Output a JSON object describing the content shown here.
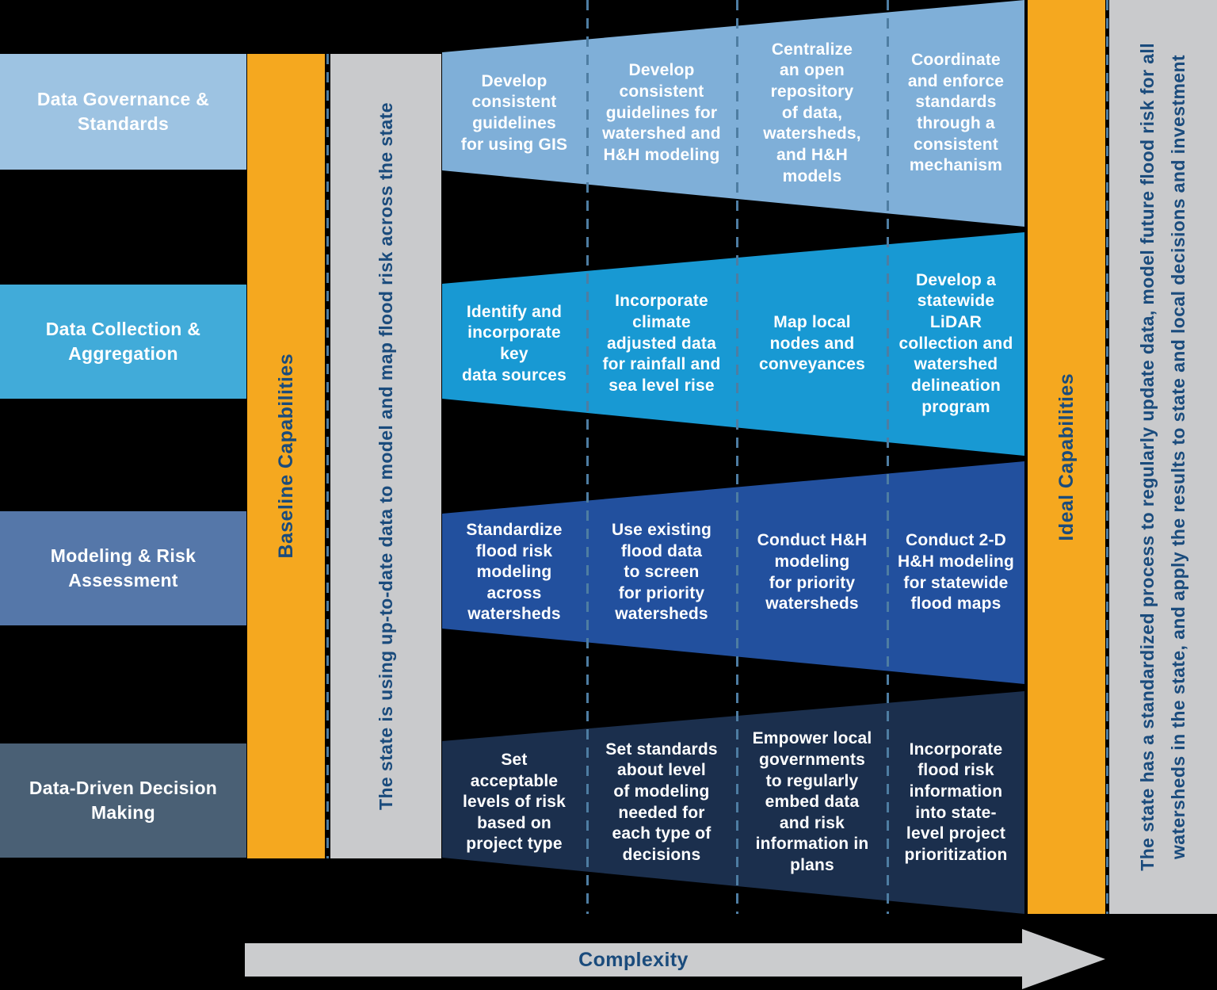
{
  "diagram": {
    "rows": [
      {
        "label": "Data Governance &\nStandards",
        "steps": [
          "Develop\nconsistent\nguidelines\nfor using GIS",
          "Develop\nconsistent\nguidelines for\nwatershed and\nH&H modeling",
          "Centralize\nan open\nrepository\nof data,\nwatersheds,\nand H&H\nmodels",
          "Coordinate\nand enforce\nstandards\nthrough a\nconsistent\nmechanism"
        ]
      },
      {
        "label": "Data Collection &\nAggregation",
        "steps": [
          "Identify and\nincorporate\nkey\ndata sources",
          "Incorporate\nclimate\nadjusted data\nfor rainfall and\nsea level rise",
          "Map local\nnodes and\nconveyances",
          "Develop a\nstatewide\nLiDAR\ncollection and\nwatershed\ndelineation\nprogram"
        ]
      },
      {
        "label": "Modeling & Risk\nAssessment",
        "steps": [
          "Standardize\nflood risk\nmodeling\nacross\nwatersheds",
          "Use existing\nflood data\nto screen\nfor priority\nwatersheds",
          "Conduct H&H\nmodeling\nfor priority\nwatersheds",
          "Conduct 2-D\nH&H modeling\nfor statewide\nflood maps"
        ]
      },
      {
        "label": "Data-Driven Decision\nMaking",
        "steps": [
          "Set\nacceptable\nlevels of risk\nbased on\nproject type",
          "Set standards\nabout level\nof modeling\nneeded for\neach type of\ndecisions",
          "Empower local\ngovernments\nto regularly\nembed data\nand risk\ninformation in\nplans",
          "Incorporate\nflood risk\ninformation\ninto state-\nlevel project\nprioritization"
        ]
      }
    ],
    "baseline": {
      "title": "Baseline Capabilities",
      "caption": "The state is using up-to-date data to model and map flood risk across the state"
    },
    "ideal": {
      "title": "Ideal Capabilities",
      "caption_line1": "The state has a standardized process to regularly update data, model future flood risk for all",
      "caption_line2": "watersheds in the state, and apply the results to state and local decisions and investment"
    },
    "axis": {
      "label": "Complexity"
    },
    "colors": {
      "row_label_bg": [
        "#9DC3E2",
        "#41ABD9",
        "#5577A9",
        "#4A6075"
      ],
      "wedge_bg": [
        "#7FAFD8",
        "#1899D3",
        "#22509E",
        "#1B2F4D"
      ],
      "capability_bar": "#F5A81F",
      "caption_bar": "#C9CACC",
      "navy_text": "#1A4B7C",
      "divider": "#4E7DA2",
      "step_text": "#FFFFFF",
      "arrow": "#CBCCCE",
      "background": "#000000"
    }
  }
}
